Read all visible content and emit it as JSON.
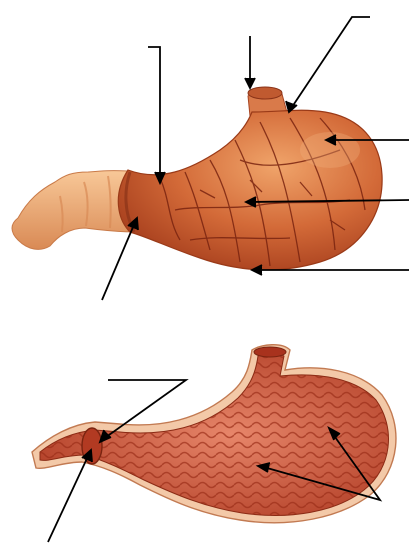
{
  "figure": {
    "panels": [
      {
        "id": "external-view",
        "label_lines": 7
      },
      {
        "id": "internal-view",
        "label_lines": 3
      }
    ],
    "labels": []
  },
  "colors": {
    "background": "#ffffff",
    "stomach_outer": "#c8552c",
    "stomach_light": "#e8935a",
    "intestine": "#f0b07a",
    "vessel": "#8a2a12",
    "mucosa_dark": "#a8321d",
    "mucosa_light": "#e8826a",
    "rim": "#f3c9a8",
    "line": "#000000"
  }
}
